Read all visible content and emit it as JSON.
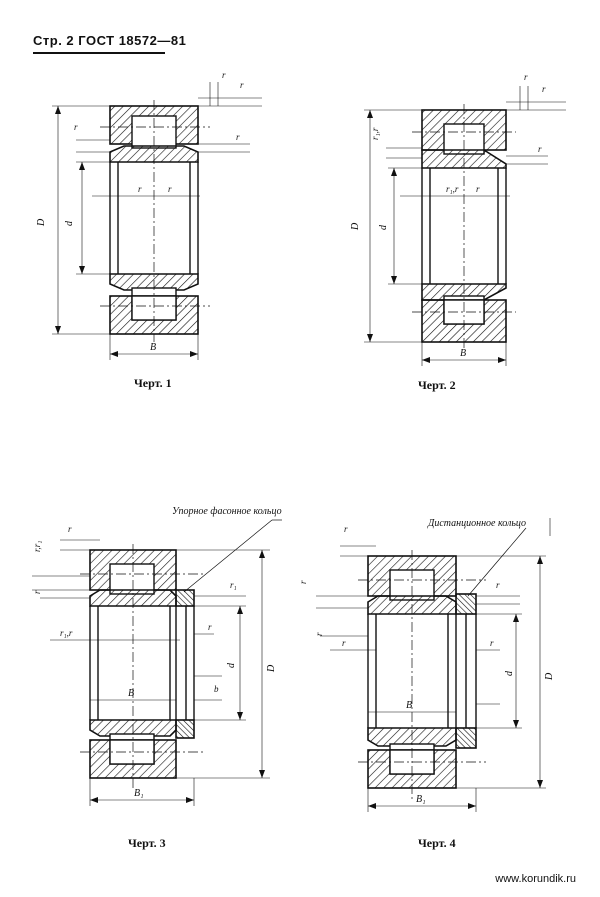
{
  "header": {
    "text": "Стр. 2 ГОСТ 18572—81"
  },
  "footer": {
    "site": "www.korundik.ru"
  },
  "figures": [
    {
      "caption": "Черт. 1"
    },
    {
      "caption": "Черт. 2"
    },
    {
      "caption": "Черт. 3",
      "callout": "Упорное фасонное кольцо"
    },
    {
      "caption": "Черт. 4",
      "callout": "Дистанционное кольцо"
    }
  ],
  "dims": {
    "r": "r",
    "r1": "r₁",
    "r1r": "r₁,r",
    "rr1": "r,r₁",
    "D": "D",
    "d": "d",
    "B": "B",
    "B1": "B₁",
    "b": "b"
  }
}
